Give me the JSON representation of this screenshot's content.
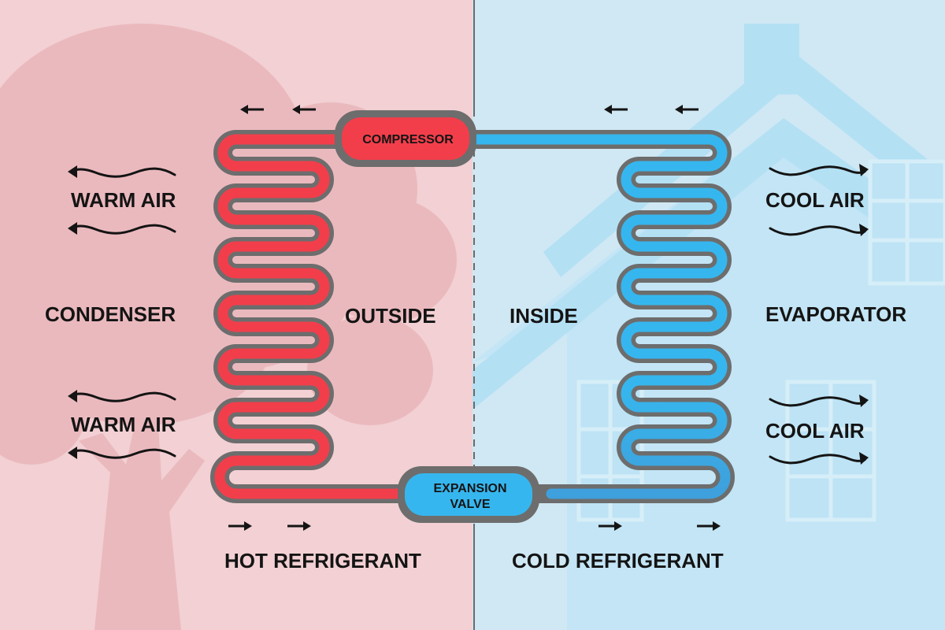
{
  "labels": {
    "compressor": "COMPRESSOR",
    "expansion_valve_line1": "EXPANSION",
    "expansion_valve_line2": "VALVE",
    "condenser": "CONDENSER",
    "evaporator": "EVAPORATOR",
    "outside": "OUTSIDE",
    "inside": "INSIDE",
    "warm_air": "WARM AIR",
    "cool_air": "COOL AIR",
    "hot_refrigerant": "HOT REFRIGERANT",
    "cold_refrigerant": "COLD REFRIGERANT"
  },
  "colors": {
    "outside_background": "#f2d0d3",
    "outside_silhouette": "#eab9be",
    "inside_background": "#cfe8f3",
    "inside_silhouette": "#b4e0f4",
    "hot_refrigerant": "#f23e4b",
    "cold_refrigerant": "#36b6ee",
    "pipe_outline": "#6d6d6d",
    "divider": "#6a6a6a"
  },
  "icons": {
    "flow_arrow": "arrow-icon",
    "air_flow": "wavy-arrow-icon"
  }
}
